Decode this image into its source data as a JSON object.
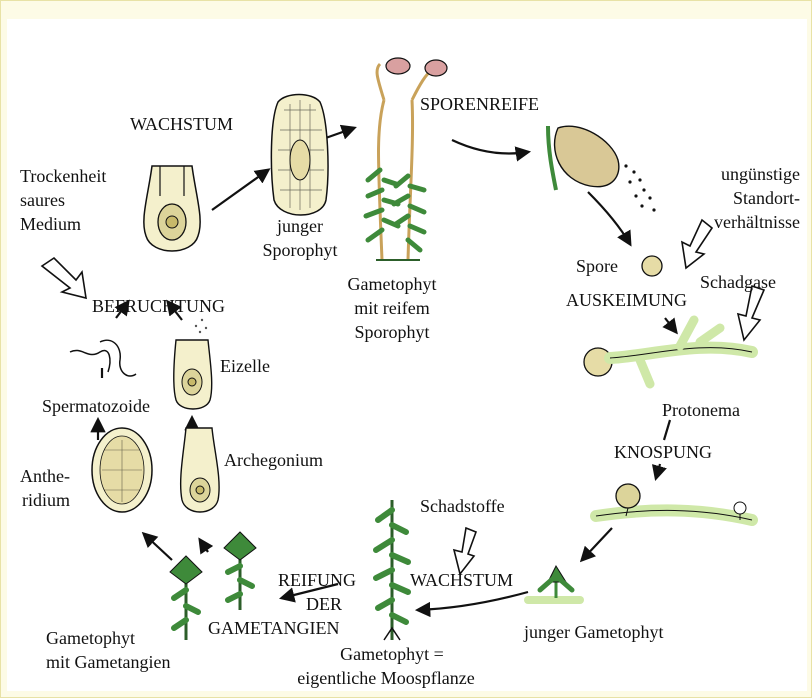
{
  "labels": {
    "wachstum_top": "WACHSTUM",
    "sporenreife": "SPORENREIFE",
    "trockenheit": "Trockenheit",
    "saures": "saures",
    "medium": "Medium",
    "junger_sporophyt_1": "junger",
    "junger_sporophyt_2": "Sporophyt",
    "gametophyt_reif_1": "Gametophyt",
    "gametophyt_reif_2": "mit reifem",
    "gametophyt_reif_3": "Sporophyt",
    "unguenstige_1": "ungünstige",
    "unguenstige_2": "Standort-",
    "unguenstige_3": "verhältnisse",
    "spore": "Spore",
    "schadgase": "Schadgase",
    "auskeimung": "AUSKEIMUNG",
    "befruchtung": "BEFRUCHTUNG",
    "eizelle": "Eizelle",
    "spermatozoide": "Spermatozoide",
    "protonema": "Protonema",
    "archegonium": "Archegonium",
    "knospung": "KNOSPUNG",
    "antheridium_1": "Anthe-",
    "antheridium_2": "ridium",
    "schadstoffe": "Schadstoffe",
    "reifung": "REIFUNG",
    "der": "DER",
    "gametangien": "GAMETANGIEN",
    "wachstum_bottom": "WACHSTUM",
    "junger_gametophyt": "junger Gametophyt",
    "gametophyt_gametangien_1": "Gametophyt",
    "gametophyt_gametangien_2": "mit Gametangien",
    "moospflanze_1": "Gametophyt =",
    "moospflanze_2": "eigentliche Moospflanze"
  },
  "colors": {
    "frame": "#fdfbe6",
    "plant_green": "#3e8a3a",
    "plant_dark": "#2c5e2a",
    "cell_fill": "#f4f0cc",
    "capsule": "#d9c896",
    "stalk": "#c9a25a"
  }
}
